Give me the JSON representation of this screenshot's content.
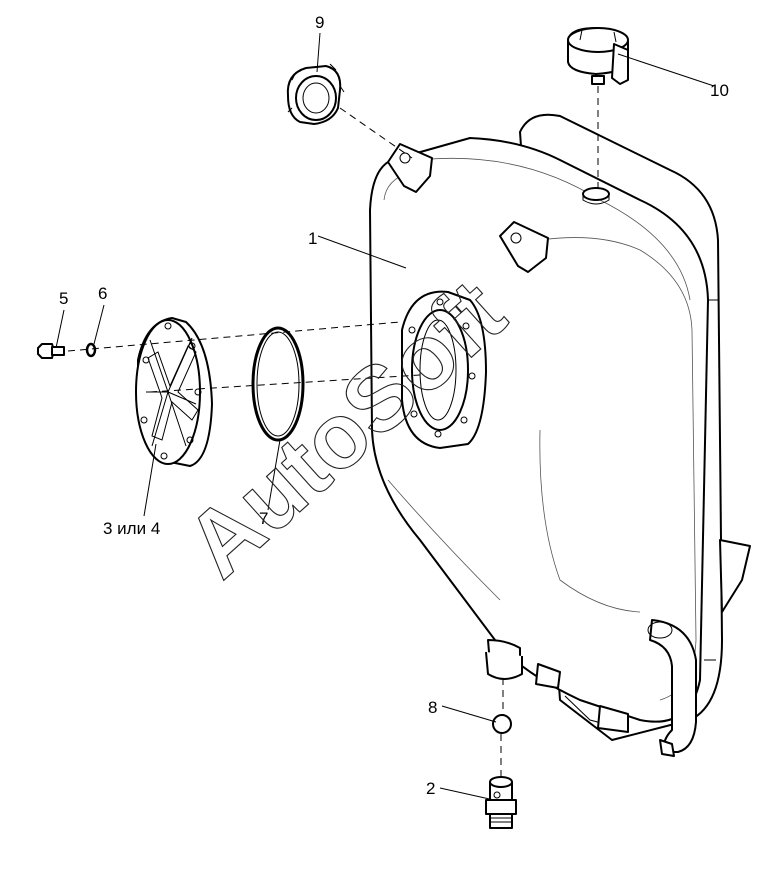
{
  "diagram": {
    "labels": {
      "tank": "1",
      "drain_plug": "2",
      "flange_cover": "3 или 4",
      "bolt": "5",
      "washer": "6",
      "o_ring": "7",
      "small_part": "8",
      "filler_neck": "9",
      "cap": "10"
    },
    "watermark": "AutoSoft"
  }
}
